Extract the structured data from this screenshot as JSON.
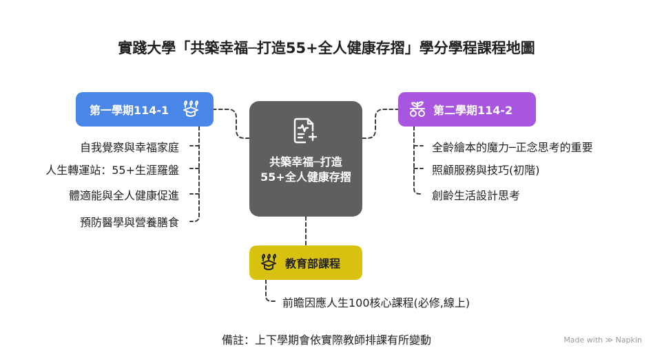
{
  "title": "實踐大學「共築幸福─打造55+全人健康存摺」學分學程課程地圖",
  "center": {
    "label": "共築幸福─打造55+全人健康存摺",
    "icon": "health-document-icon"
  },
  "semester1": {
    "label": "第一學期114-1",
    "icon": "graduation-cap-icon",
    "color": "#4a86e8",
    "items": [
      "自我覺察與幸福家庭",
      "人生轉運站：55+生涯羅盤",
      "體適能與全人健康促進",
      "預防醫學與營養膳食"
    ]
  },
  "semester2": {
    "label": "第二學期114-2",
    "icon": "plant-growth-icon",
    "color": "#a855e0",
    "items": [
      "全齡繪本的魔力─正念思考的重要",
      "照顧服務與技巧(初階)",
      "創齡生活設計思考"
    ]
  },
  "moe": {
    "label": "教育部課程",
    "icon": "graduation-cap-icon",
    "color": "#d9c20f",
    "items": [
      "前瞻因應人生100核心課程(必修,線上)"
    ]
  },
  "note": "備註：上下學期會依實際教師排課有所變動",
  "brand": "Made with ≫ Napkin"
}
